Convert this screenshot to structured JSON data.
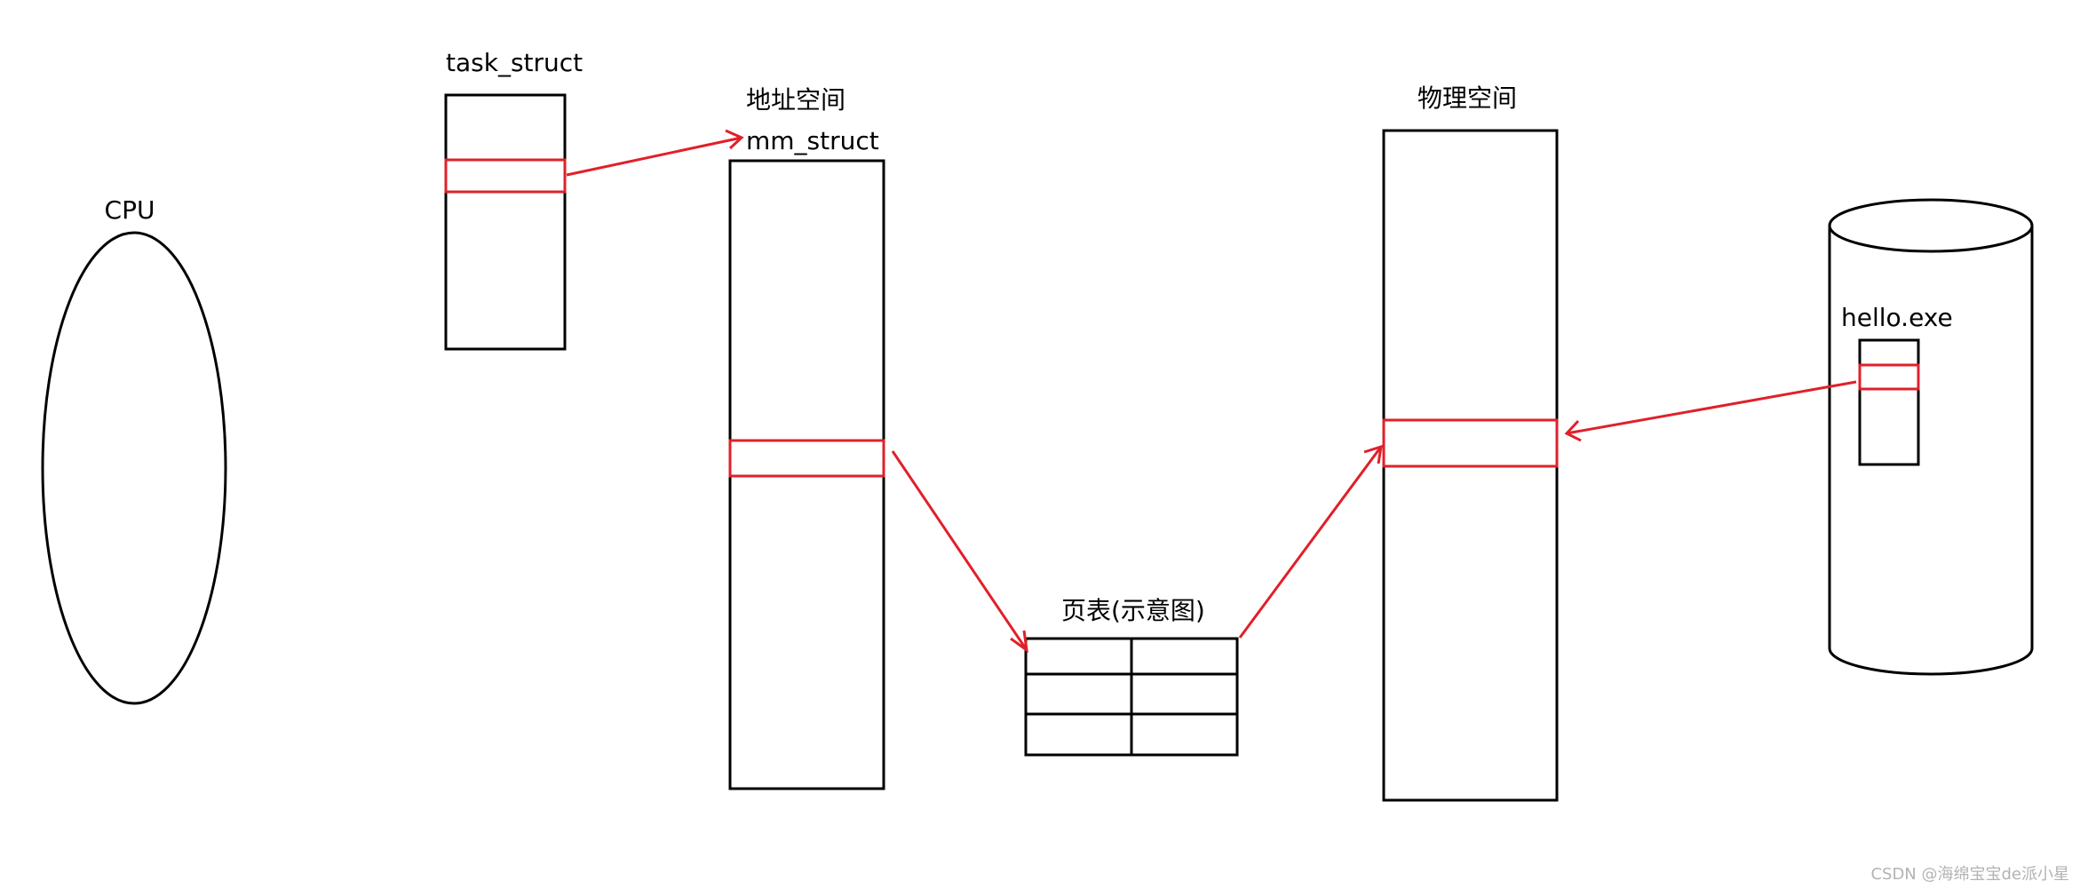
{
  "colors": {
    "accent": "#e0202a",
    "outline": "#000000",
    "watermark": "#b3b3b3"
  },
  "labels": {
    "cpu": "CPU",
    "task_struct": "task_struct",
    "address_space": "地址空间",
    "mm_struct": "mm_struct",
    "physical_space": "物理空间",
    "page_table": "页表(示意图)",
    "hello_exe": "hello.exe"
  },
  "watermark": "CSDN @海绵宝宝de派小星"
}
